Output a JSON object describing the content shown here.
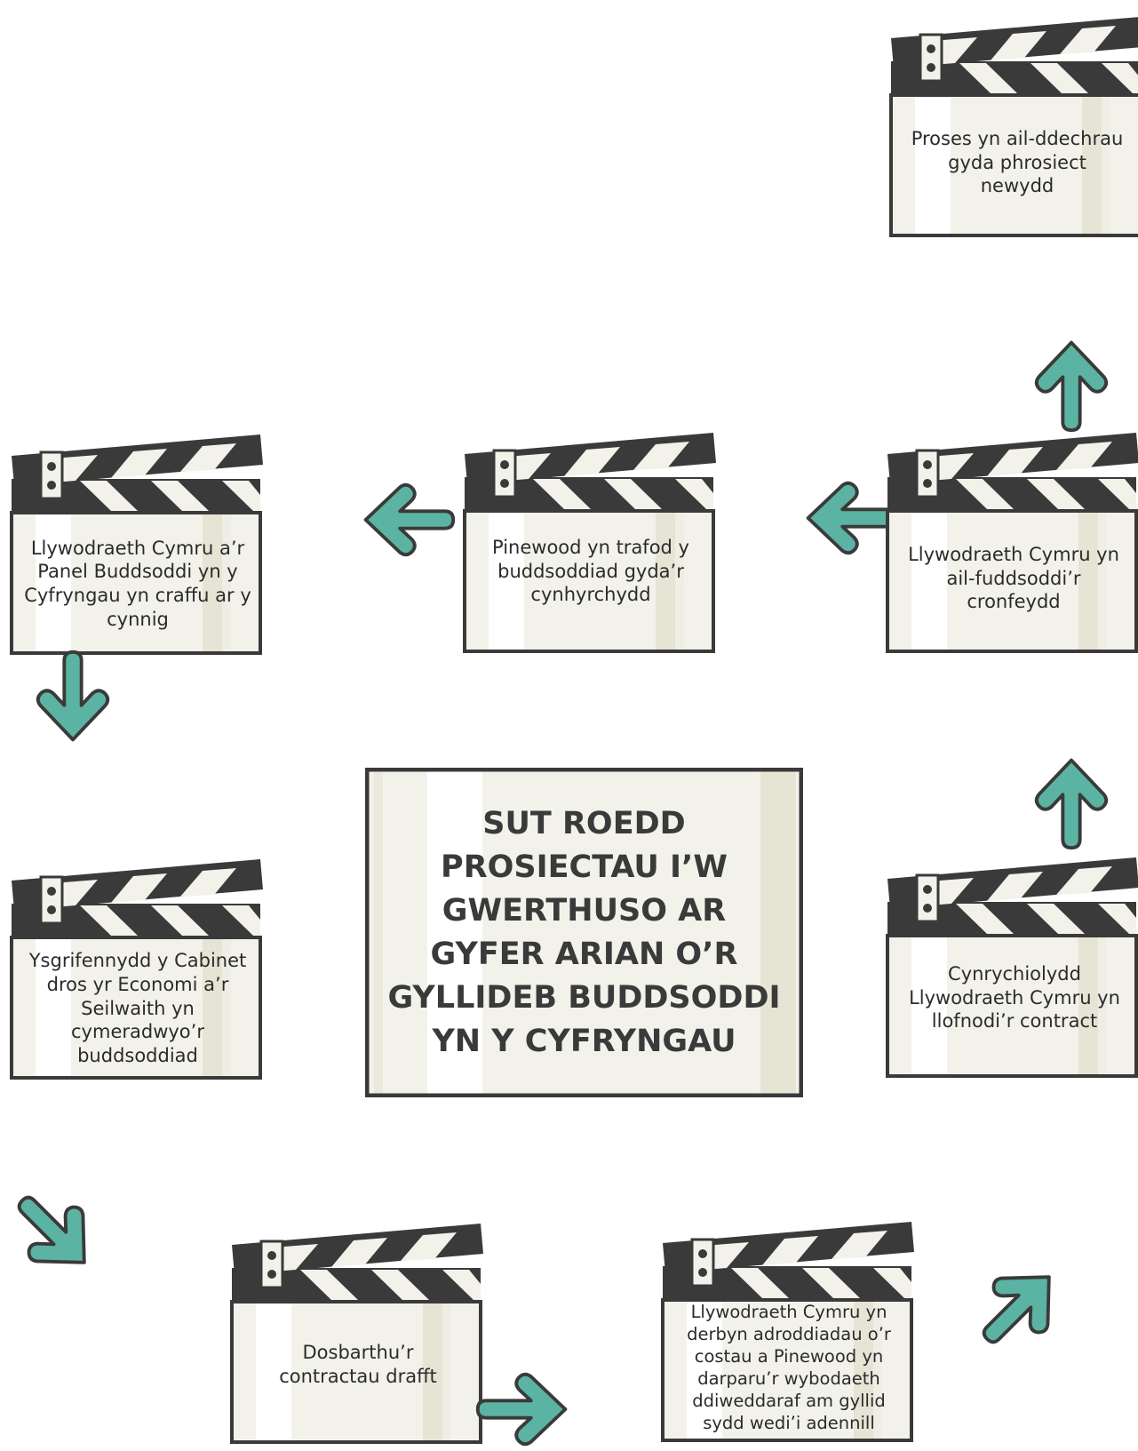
{
  "colors": {
    "arrow": "#5bb3a3",
    "outline": "#3a3a3a",
    "board": "#f3f2ea",
    "shade": "#e6e4d5"
  },
  "title": "SUT ROEDD PROSIECTAU I’W GWERTHUSO AR GYFER ARIAN O’R GYLLIDEB BUDDSODDI YN Y CYFRYNGAU",
  "steps": {
    "s1": "Llywodraeth Cymru a’r Panel Buddsoddi yn y Cyfryngau yn craffu ar y cynnig",
    "s2": "Ysgrifennydd y Cabinet dros yr Economi a’r Seilwaith yn cymeradwyo’r buddsoddiad",
    "s3": "Dosbarthu’r contractau drafft",
    "s4": "Llywodraeth Cymru yn derbyn adroddiadau o’r costau a Pinewood yn darparu’r wybodaeth ddiweddaraf am gyllid sydd wedi’i adennill",
    "s5": "Cynrychiolydd Llywodraeth Cymru yn llofnodi’r contract",
    "s6": "Llywodraeth Cymru yn ail-fuddsoddi’r cronfeydd",
    "s7": "Pinewood yn trafod y buddsoddiad gyda’r cynhyrchydd",
    "s8": "Proses yn ail-ddechrau gyda phrosiect newydd"
  },
  "arrow_icon": "arrow-icon",
  "clapperboard_icon": "clapperboard-icon"
}
